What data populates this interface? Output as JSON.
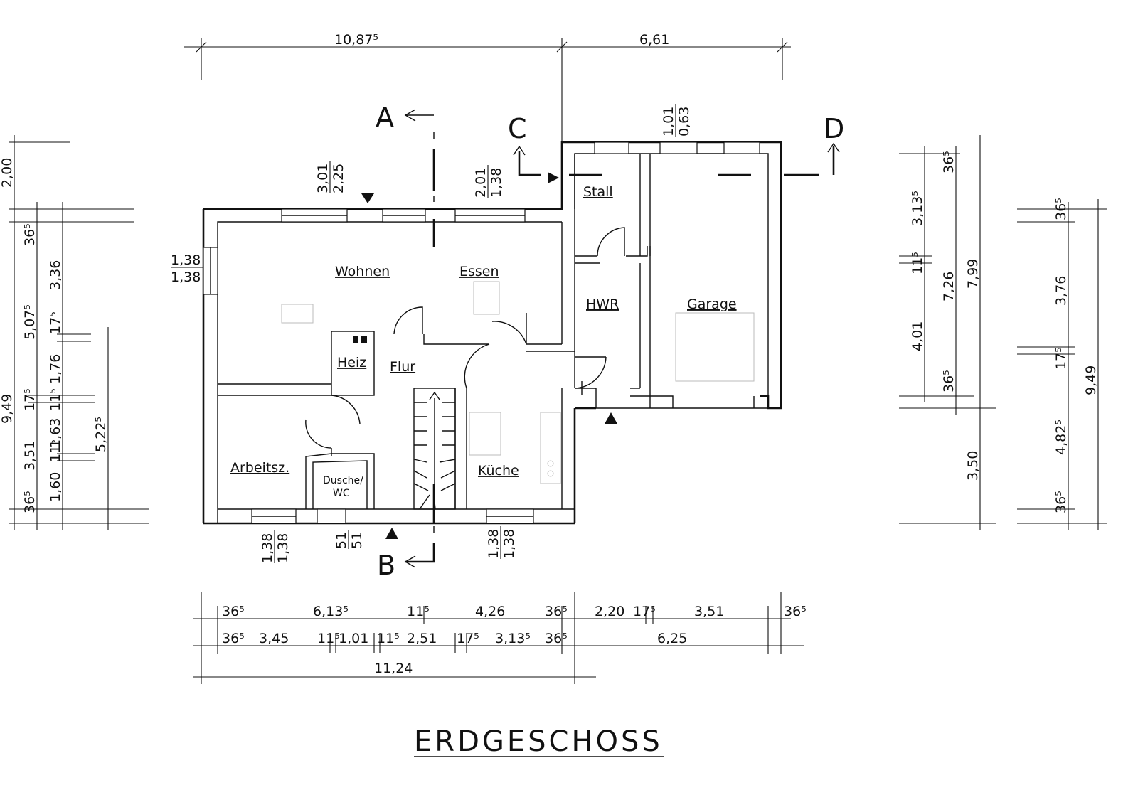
{
  "title": "ERDGESCHOSS",
  "rooms": {
    "wohnen": "Wohnen",
    "essen": "Essen",
    "flur": "Flur",
    "heiz": "Heiz",
    "kueche": "Küche",
    "arbeitsz": "Arbeitsz.",
    "dusche_1": "Dusche/",
    "dusche_2": "WC",
    "hwr": "HWR",
    "stall": "Stall",
    "garage": "Garage"
  },
  "sections": {
    "a": "A",
    "b": "B",
    "c": "C",
    "d": "D"
  },
  "top_dims": {
    "left": "10,87⁵",
    "right": "6,61"
  },
  "openings": {
    "top_window": {
      "num": "3,01",
      "den": "2,25"
    },
    "top_right_window": {
      "num": "2,01",
      "den": "1,38"
    },
    "stall_window": {
      "num": "1,01",
      "den": "0,63"
    },
    "left_window": {
      "num": "1,38",
      "den": "1,38"
    },
    "bottom_left_window": {
      "num": "1,38",
      "den": "1,38"
    },
    "bottom_mid_window": {
      "num": "51",
      "den": "51"
    },
    "bottom_right_window": {
      "num": "1,38",
      "den": "1,38"
    }
  },
  "bottom_dims": {
    "row1": [
      "36⁵",
      "6,13⁵",
      "11⁵",
      "4,26",
      "36⁵",
      "2,20",
      "17⁵",
      "3,51",
      "36⁵"
    ],
    "row2": [
      "36⁵",
      "3,45",
      "11⁵",
      "1,01",
      "11⁵",
      "2,51",
      "17⁵",
      "3,13⁵",
      "36⁵",
      "6,25"
    ],
    "total": "11,24"
  },
  "left_dims": {
    "outer_top": "2,00",
    "outer_total": "9,49",
    "col1": [
      "36⁵",
      "5,07⁵",
      "17⁵",
      "3,51",
      "36⁵"
    ],
    "col2": [
      "3,36",
      "17⁵",
      "1,76",
      "11⁵",
      "1,63",
      "11⁵",
      "1,60"
    ],
    "col3": "5,22⁵"
  },
  "right_dims_a": {
    "col1": [
      "36⁵",
      "3,13⁵",
      "11⁵",
      "4,01",
      "36⁵"
    ],
    "col2": "7,26",
    "col3": "7,99",
    "col4": "3,50"
  },
  "right_dims_b": {
    "col1": [
      "36⁵",
      "3,76",
      "17⁵",
      "4,82⁵",
      "36⁵"
    ],
    "total": "9,49"
  }
}
